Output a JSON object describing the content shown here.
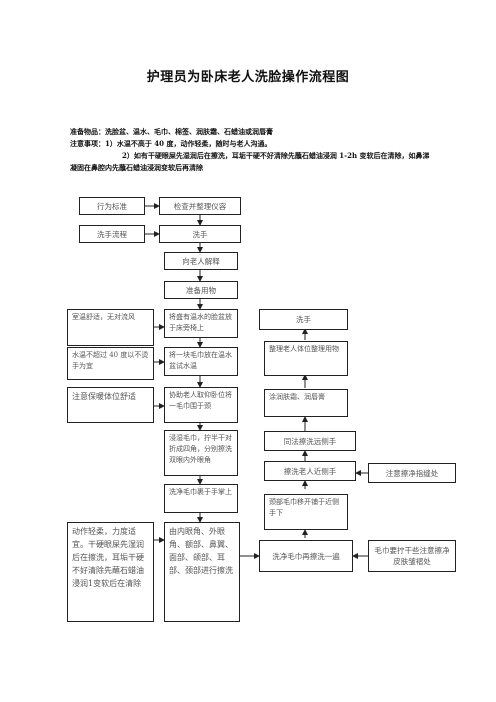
{
  "title": "护理员为卧床老人洗脸操作流程图",
  "preparation": {
    "items_line": "准备物品：洗脸盆、温水、毛巾、棉签、润肤霜、石蜡油或润唇膏",
    "note_line1": "注意事项：1）水温不高于 40 度，动作轻柔，随时与老人沟通。",
    "note_line2": "2）如有干硬眼屎先湿润后在擦洗，耳垢干硬不好清除先蘸石蜡油浸润 1-2h 变软后在清除，如鼻涕凝固在鼻腔内先蘸石蜡油浸润变软后再清除"
  },
  "flow": {
    "standard_label": "行为标准",
    "check_env": "检查并整理仪容",
    "handwash_label": "洗手流程",
    "wash_hands": "洗手",
    "explain": "向老人解释",
    "prepare": "准备用物",
    "basin": "将盛有温水的脸盆放于床旁椅上",
    "towel_in_water": "将一块毛巾放在温水盆试水温",
    "position": "协助老人取仰卧位将一毛巾围于颈",
    "wet_towel": "浸湿毛巾，拧半干对折成四角，分别擦洗双眼内外眼角",
    "wash_towel_wring": "洗净毛巾裹于手掌上",
    "face_parts": "由内眼角、外眼角、额部、鼻翼、面部、颌部、耳部、颈部进行擦洗",
    "wash_rinse_again": "洗净毛巾再擦洗一遍",
    "neck_towel": "颈部毛巾移开铺于近侧手下",
    "wash_near_hand": "擦洗老人近侧手",
    "same_far_hand": "同法擦洗远侧手",
    "apply_cream": "涂润肤霜、润唇膏",
    "tidy": "整理老人体位整理用物",
    "wash_hands_end": "洗手"
  },
  "notes": {
    "room_temp": "室温舒适，无对流风",
    "water_temp": "水温不超过 40 度以不烫手为宜",
    "comfort_position": "注意保暖体位舒适",
    "gentle": "动作轻柔，力度适宜。干硬眼屎先湿润后在擦洗，耳垢干硬不好清除先蘸石蜡油浸润1变软后在清除",
    "finger_gaps": "注意擦净指缝处",
    "wring_dry": "毛巾要拧干些注意擦净皮肤皱褶处"
  }
}
